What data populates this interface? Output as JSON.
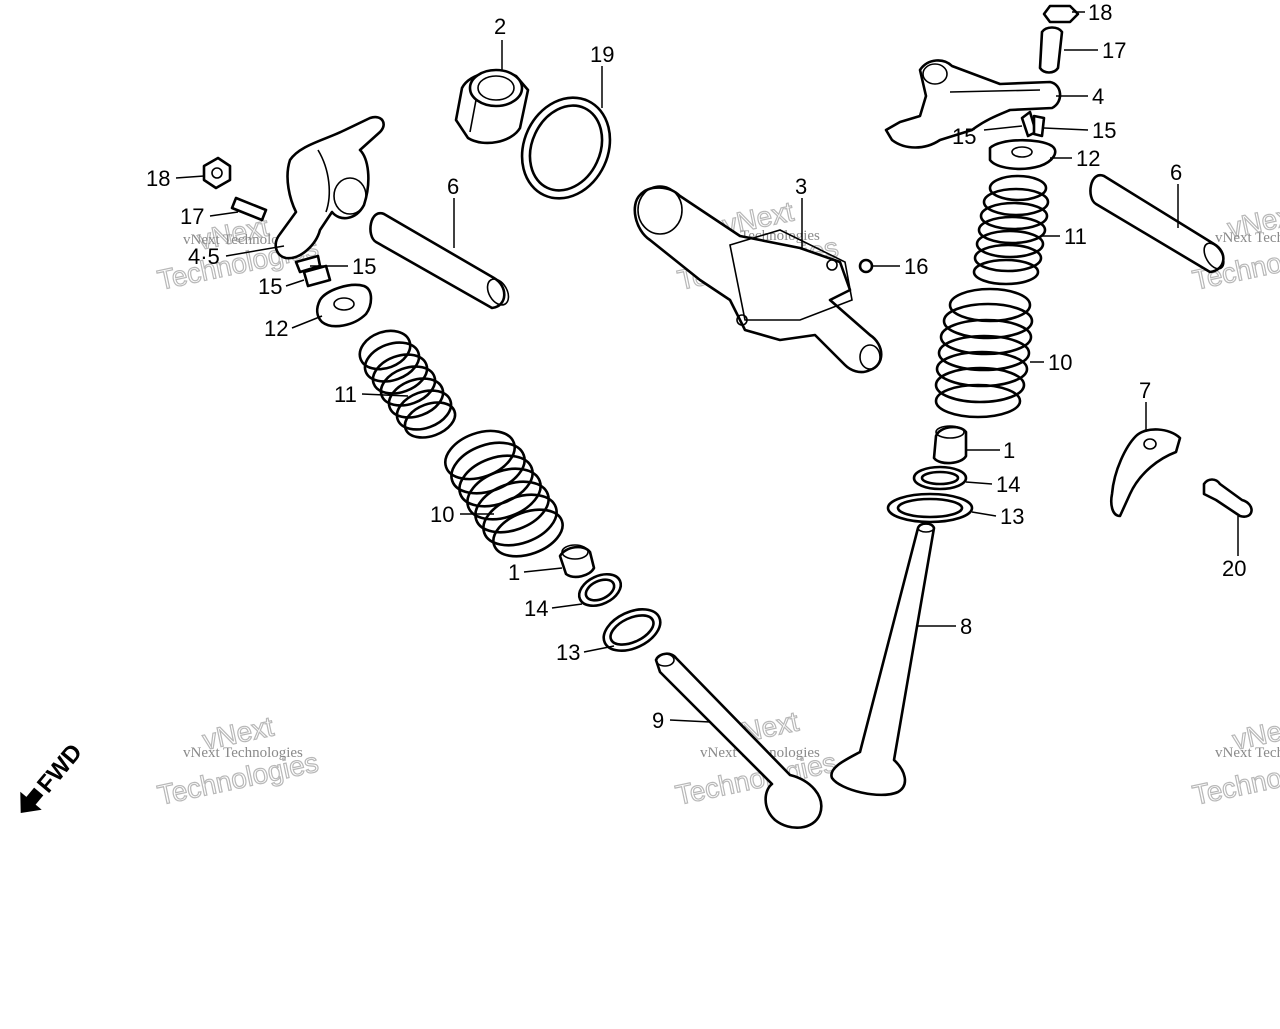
{
  "diagram": {
    "orientation_label": "FWD",
    "watermark_brand": "vNext",
    "watermark_word": "Technologies",
    "watermark_line": "vNext Technologies",
    "callouts": {
      "c1_left": "1",
      "c1_right": "1",
      "c2": "2",
      "c3": "3",
      "c45": "4·5",
      "c4": "4",
      "c6_left": "6",
      "c6_right": "6",
      "c7": "7",
      "c8": "8",
      "c9": "9",
      "c10_left": "10",
      "c10_right": "10",
      "c11_left": "11",
      "c11_right": "11",
      "c12_left": "12",
      "c12_right": "12",
      "c13_left": "13",
      "c13_right": "13",
      "c14_left": "14",
      "c14_right": "14",
      "c15_left_a": "15",
      "c15_left_b": "15",
      "c15_right_a": "15",
      "c15_right_b": "15",
      "c16": "16",
      "c17_left": "17",
      "c17_right": "17",
      "c18_left": "18",
      "c18_right": "18",
      "c19": "19",
      "c20": "20"
    }
  }
}
